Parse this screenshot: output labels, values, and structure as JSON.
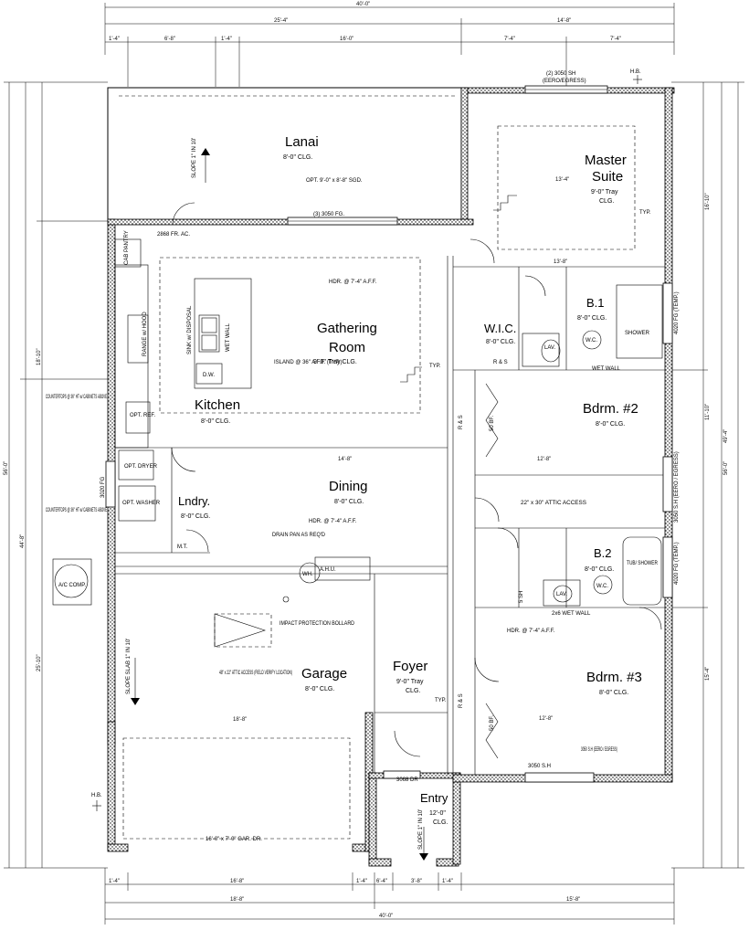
{
  "dimensions": {
    "overall_top": "40'-0\"",
    "top_left": "25'-4\"",
    "top_right": "14'-8\"",
    "top_row": [
      "1'-4\"",
      "6'-8\"",
      "1'-4\"",
      "16'-0\"",
      "7'-4\"",
      "7'-4\""
    ],
    "bottom_row": [
      "1'-4\"",
      "16'-8\"",
      "1'-4\"",
      "6'-4\"",
      "3'-8\"",
      "1'-4\""
    ],
    "bottom_mid": [
      "18'-8\"",
      "15'-8\""
    ],
    "overall_bottom": "40'-0\"",
    "left_overall": "56'-0\"",
    "left_upper": "18'-10\"",
    "left_lower": "25'-10\"",
    "left_mid": "44'-8\"",
    "right_overall": "56'-0\"",
    "right_upper": "16'-10\"",
    "right_mid": "11'-10\"",
    "right_mid2": "49'-4\"",
    "right_lower": "15'-4\"",
    "lanai_width": "13'-8\"",
    "master_width": "13'-4\"",
    "kitchen_width": "14'-8\"",
    "garage_width": "18'-8\"",
    "bdrm2_width": "12'-8\"",
    "bdrm3_width": "12'-8\""
  },
  "rooms": {
    "lanai": {
      "name": "Lanai",
      "ceiling": "8'-0\" CLG."
    },
    "master": {
      "name1": "Master",
      "name2": "Suite",
      "ceiling": "9'-0\" Tray",
      "ceiling2": "CLG."
    },
    "gathering": {
      "name1": "Gathering",
      "name2": "Room",
      "ceiling": "9'-0\" Tray CLG."
    },
    "kitchen": {
      "name": "Kitchen",
      "ceiling": "8'-0\" CLG."
    },
    "dining": {
      "name": "Dining",
      "ceiling": "8'-0\" CLG."
    },
    "laundry": {
      "name": "Lndry.",
      "ceiling": "8'-0\" CLG."
    },
    "garage": {
      "name": "Garage",
      "ceiling": "8'-0\" CLG."
    },
    "foyer": {
      "name": "Foyer",
      "ceiling": "9'-0\" Tray",
      "ceiling2": "CLG."
    },
    "entry": {
      "name": "Entry",
      "ceiling": "12'-0\"",
      "ceiling2": "CLG."
    },
    "wic": {
      "name": "W.I.C.",
      "ceiling": "8'-0\" CLG."
    },
    "b1": {
      "name": "B.1",
      "ceiling": "8'-0\" CLG."
    },
    "b2": {
      "name": "B.2",
      "ceiling": "8'-0\" CLG."
    },
    "bdrm2": {
      "name": "Bdrm. #2",
      "ceiling": "8'-0\" CLG."
    },
    "bdrm3": {
      "name": "Bdrm. #3",
      "ceiling": "8'-0\" CLG."
    }
  },
  "notes": {
    "window_top": "(2) 3050 SH",
    "window_top2": "(EERO/EGRESS)",
    "hb_top": "H.B.",
    "hb_left": "H.B.",
    "sgd": "OPT. 9'-0\" x 8'-8\" SGD.",
    "fg_3050": "(3) 3050 FG.",
    "fr_ac": "2868 FR. AC.",
    "slope_lanai": "SLOPE 1\" IN 10'",
    "hdr_gathering": "HDR. @ 7'-4\" A.F.F.",
    "island": "ISLAND @ 36\" A.F.F. (TYP.)",
    "sink": "SINK w/ DISPOSAL",
    "wet_wall": "WET WALL",
    "dw": "D.W.",
    "range": "RANGE w/ HOOD",
    "cab_pantry": "CAB PANTRY",
    "opt_ref": "OPT. REF.",
    "countertops1": "COUNTERTOPS @ 36\" HT w/ CABINETS ABOVE.",
    "countertops2": "COUNTERTOPS @ 36\" HT w/ CABINETS ABOVE.",
    "opt_dryer": "OPT. DRYER",
    "opt_washer": "OPT. WASHER",
    "mt": "M.T.",
    "ac_comp": "A/C COMP.",
    "drain_pan": "DRAIN PAN AS REQ'D",
    "hdr_dining": "HDR. @ 7'-4\" A.F.F.",
    "wh": "WH.",
    "ahu": "A.H.U.",
    "impact": "IMPACT PROTECTION BOLLARD",
    "attic_garage": "48\" x 22\" ATTIC ACCESS (FIELD VERIFY LOCATION)",
    "slope_garage": "SLOPE SLAB 1\" IN 10'",
    "gar_door": "16'-0\" x 7'-0\" GAR. DR.",
    "attic_hall": "22\" x 30\" ATTIC ACCESS",
    "shower": "SHOWER",
    "tub": "TUB/ SHOWER",
    "wet_wall2": "WET WALL",
    "wet_wall3": "2x6 WET WALL",
    "hdr_bdrm3": "HDR. @ 7'-4\" A.F.F.",
    "lav": "LAV.",
    "wc": "W.C.",
    "rs": "R & S",
    "sh_3050": "3050 S.H",
    "sh_3050_eero": "3050 S.H (EERO / EGRESS)",
    "fg_4020": "4020 FG (TEMP.)",
    "fg_3020": "3020 FG",
    "dr_3068": "3068 DR",
    "slope_entry": "SLOPE 1\" IN 10'",
    "bf": "50 BF.",
    "typ": "TYP.",
    "shelf": "5 SH"
  }
}
